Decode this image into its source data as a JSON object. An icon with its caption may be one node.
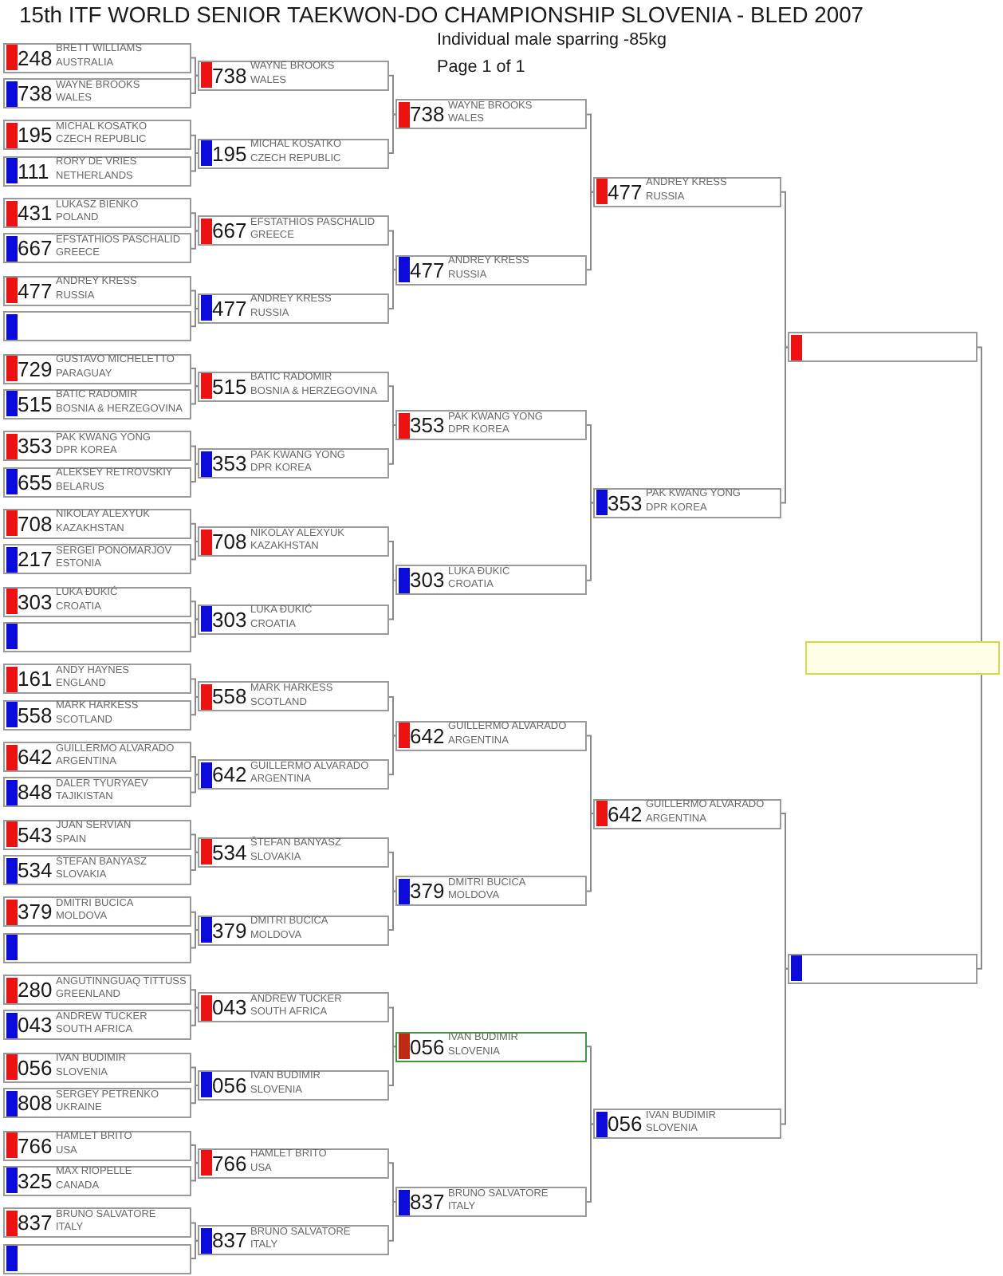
{
  "diagram": {
    "title": "15th ITF WORLD SENIOR TAEKWON-DO CHAMPIONSHIP SLOVENIA - BLED 2007",
    "nodes": [
      {
        "text": [
          "248",
          "BRETT WILLIAMS",
          "AUSTRALIA"
        ]
      },
      {
        "text": [
          "738",
          "WAYNE BROOKS",
          "WALES"
        ]
      },
      {
        "text": [
          "195",
          "MICHAL KOSATKO",
          "CZECH REPUBLIC"
        ]
      },
      {
        "text": [
          "111",
          "RORY DE VRIES",
          "NETHERLANDS"
        ]
      },
      {
        "text": [
          "431",
          "LUKASZ BIENKO",
          "POLAND"
        ]
      },
      {
        "text": [
          "667",
          "EFSTATHIOS PASCHALID",
          "GREECE"
        ]
      },
      {
        "text": [
          "477",
          "ANDREY KRESS",
          "RUSSIA"
        ]
      },
      {
        "text": [],
        "shape": "box"
      },
      {
        "text": [
          "729",
          "GUSTAVO MICHELETTO",
          "PARAGUAY"
        ]
      },
      {
        "text": [
          "515",
          "BATIC RADOMIR",
          "BOSNIA & HERZEGOVINA"
        ]
      },
      {
        "text": [
          "353",
          "PAK KWANG YONG",
          "DPR KOREA"
        ]
      },
      {
        "text": [
          "655",
          "ALEKSEY RETROVSKIY",
          "BELARUS"
        ]
      },
      {
        "text": [
          "708",
          "NIKOLAY ALEXYUK",
          "KAZAKHSTAN"
        ]
      },
      {
        "text": [
          "217",
          "SERGEI PONOMARJOV",
          "ESTONIA"
        ]
      },
      {
        "text": [
          "303",
          "LUKA ĐUKIĆ",
          "CROATIA"
        ]
      },
      {
        "text": [],
        "shape": "box"
      },
      {
        "text": [
          "161",
          "ANDY HAYNES",
          "ENGLAND"
        ]
      },
      {
        "text": [
          "558",
          "MARK HARKESS",
          "SCOTLAND"
        ]
      },
      {
        "text": [
          "642",
          "GUILLERMO ALVARADO",
          "ARGENTINA"
        ]
      },
      {
        "text": [
          "848",
          "DALER TYURYAEV",
          "TAJIKISTAN"
        ]
      },
      {
        "text": [
          "543",
          "JUAN SERVIAN",
          "SPAIN"
        ]
      },
      {
        "text": [
          "534",
          "ŠTEFAN BANYASZ",
          "SLOVAKIA"
        ]
      },
      {
        "text": [
          "379",
          "DMITRI BUCICA",
          "MOLDOVA"
        ]
      },
      {
        "text": [],
        "shape": "box"
      },
      {
        "text": [
          "280",
          "ANGUTINNGUAQ TITTUSS",
          "GREENLAND"
        ]
      },
      {
        "text": [
          "043",
          "ANDREW TUCKER",
          "SOUTH AFRICA"
        ]
      },
      {
        "text": [
          "056",
          "IVAN BUDIMIR",
          "SLOVENIA"
        ]
      },
      {
        "text": [
          "808",
          "SERGEY PETRENKO",
          "UKRAINE"
        ]
      },
      {
        "text": [
          "766",
          "HAMLET BRITO",
          "USA"
        ]
      },
      {
        "text": [
          "325",
          "MAX RIOPELLE",
          "CANADA"
        ]
      },
      {
        "text": [
          "837",
          "BRUNO SALVATORE",
          "ITALY"
        ]
      },
      {
        "text": [],
        "shape": "box"
      },
      {
        "text": [
          "738",
          "WAYNE BROOKS",
          "WALES"
        ]
      },
      {
        "text": [
          "195",
          "MICHAL KOSATKO",
          "CZECH REPUBLIC"
        ]
      },
      {
        "text": [
          "667",
          "EFSTATHIOS PASCHALID",
          "GREECE"
        ]
      },
      {
        "text": [
          "477",
          "ANDREY KRESS",
          "RUSSIA"
        ]
      },
      {
        "text": [
          "515",
          "BATIC RADOMIR",
          "BOSNIA & HERZEGOVINA"
        ]
      },
      {
        "text": [
          "353",
          "PAK KWANG YONG",
          "DPR KOREA"
        ]
      },
      {
        "text": [
          "708",
          "NIKOLAY ALEXYUK",
          "KAZAKHSTAN"
        ]
      },
      {
        "text": [
          "303",
          "LUKA ĐUKIĆ",
          "CROATIA"
        ]
      },
      {
        "text": [
          "558",
          "MARK HARKESS",
          "SCOTLAND"
        ]
      },
      {
        "text": [
          "642",
          "GUILLERMO ALVARADO",
          "ARGENTINA"
        ]
      },
      {
        "text": [
          "534",
          "ŠTEFAN BANYASZ",
          "SLOVAKIA"
        ]
      },
      {
        "text": [
          "379",
          "DMITRI BUCICA",
          "MOLDOVA"
        ]
      },
      {
        "text": [
          "043",
          "ANDREW TUCKER",
          "SOUTH AFRICA"
        ]
      },
      {
        "text": [
          "056",
          "IVAN BUDIMIR",
          "SLOVENIA"
        ]
      },
      {
        "text": [
          "766",
          "HAMLET BRITO",
          "USA"
        ]
      },
      {
        "text": [
          "837",
          "BRUNO SALVATORE",
          "ITALY"
        ]
      },
      {
        "text": [
          "738",
          "WAYNE BROOKS",
          "WALES"
        ]
      },
      {
        "text": [
          "477",
          "ANDREY KRESS",
          "RUSSIA"
        ]
      },
      {
        "text": [
          "353",
          "PAK KWANG YONG",
          "DPR KOREA"
        ]
      },
      {
        "text": [
          "303",
          "LUKA ĐUKIĆ",
          "CROATIA"
        ]
      },
      {
        "text": [
          "642",
          "GUILLERMO ALVARADO",
          "ARGENTINA"
        ]
      },
      {
        "text": [
          "379",
          "DMITRI BUCICA",
          "MOLDOVA"
        ]
      },
      {
        "text": [
          "056",
          "IVAN BUDIMIR",
          "SLOVENIA"
        ]
      },
      {
        "text": [
          "837",
          "BRUNO SALVATORE",
          "ITALY"
        ]
      },
      {
        "text": [
          "477",
          "ANDREY KRESS",
          "RUSSIA"
        ]
      },
      {
        "text": [
          "353",
          "PAK KWANG YONG",
          "DPR KOREA"
        ]
      },
      {
        "text": [
          "642",
          "GUILLERMO ALVARADO",
          "ARGENTINA"
        ]
      },
      {
        "text": [
          "056",
          "IVAN BUDIMIR",
          "SLOVENIA"
        ]
      },
      {
        "text": [],
        "shape": "box"
      },
      {
        "text": [],
        "shape": "box"
      },
      {
        "text": [],
        "shape": "box"
      }
    ],
    "edges": [
      {
        "from": 0,
        "to": 32,
        "arrow": "none"
      },
      {
        "from": 1,
        "to": 32,
        "arrow": "none"
      },
      {
        "from": 2,
        "to": 33,
        "arrow": "none"
      },
      {
        "from": 3,
        "to": 33,
        "arrow": "none"
      },
      {
        "from": 4,
        "to": 34,
        "arrow": "none"
      },
      {
        "from": 5,
        "to": 34,
        "arrow": "none"
      },
      {
        "from": 6,
        "to": 35,
        "arrow": "none"
      },
      {
        "from": 7,
        "to": 35,
        "arrow": "none"
      },
      {
        "from": 8,
        "to": 36,
        "arrow": "none"
      },
      {
        "from": 9,
        "to": 36,
        "arrow": "none"
      },
      {
        "from": 10,
        "to": 37,
        "arrow": "none"
      },
      {
        "from": 11,
        "to": 37,
        "arrow": "none"
      },
      {
        "from": 12,
        "to": 38,
        "arrow": "none"
      },
      {
        "from": 13,
        "to": 38,
        "arrow": "none"
      },
      {
        "from": 14,
        "to": 39,
        "arrow": "none"
      },
      {
        "from": 15,
        "to": 39,
        "arrow": "none"
      },
      {
        "from": 16,
        "to": 40,
        "arrow": "none"
      },
      {
        "from": 17,
        "to": 40,
        "arrow": "none"
      },
      {
        "from": 18,
        "to": 41,
        "arrow": "none"
      },
      {
        "from": 19,
        "to": 41,
        "arrow": "none"
      },
      {
        "from": 20,
        "to": 42,
        "arrow": "none"
      },
      {
        "from": 21,
        "to": 42,
        "arrow": "none"
      },
      {
        "from": 22,
        "to": 43,
        "arrow": "none"
      },
      {
        "from": 23,
        "to": 43,
        "arrow": "none"
      },
      {
        "from": 24,
        "to": 44,
        "arrow": "none"
      },
      {
        "from": 25,
        "to": 44,
        "arrow": "none"
      },
      {
        "from": 26,
        "to": 45,
        "arrow": "none"
      },
      {
        "from": 27,
        "to": 45,
        "arrow": "none"
      },
      {
        "from": 28,
        "to": 46,
        "arrow": "none"
      },
      {
        "from": 29,
        "to": 46,
        "arrow": "none"
      },
      {
        "from": 30,
        "to": 47,
        "arrow": "none"
      },
      {
        "from": 31,
        "to": 47,
        "arrow": "none"
      },
      {
        "from": 32,
        "to": 48,
        "arrow": "none"
      },
      {
        "from": 33,
        "to": 48,
        "arrow": "none"
      },
      {
        "from": 34,
        "to": 49,
        "arrow": "none"
      },
      {
        "from": 35,
        "to": 49,
        "arrow": "none"
      },
      {
        "from": 36,
        "to": 50,
        "arrow": "none"
      },
      {
        "from": 37,
        "to": 50,
        "arrow": "none"
      },
      {
        "from": 38,
        "to": 51,
        "arrow": "none"
      },
      {
        "from": 39,
        "to": 51,
        "arrow": "none"
      },
      {
        "from": 40,
        "to": 52,
        "arrow": "none"
      },
      {
        "from": 41,
        "to": 52,
        "arrow": "none"
      },
      {
        "from": 42,
        "to": 53,
        "arrow": "none"
      },
      {
        "from": 43,
        "to": 53,
        "arrow": "none"
      },
      {
        "from": 44,
        "to": 54,
        "arrow": "none"
      },
      {
        "from": 45,
        "to": 54,
        "arrow": "none"
      },
      {
        "from": 46,
        "to": 55,
        "arrow": "none"
      },
      {
        "from": 47,
        "to": 55,
        "arrow": "none"
      },
      {
        "from": 48,
        "to": 56,
        "arrow": "none"
      },
      {
        "from": 49,
        "to": 56,
        "arrow": "none"
      },
      {
        "from": 50,
        "to": 57,
        "arrow": "none"
      },
      {
        "from": 51,
        "to": 57,
        "arrow": "none"
      },
      {
        "from": 52,
        "to": 58,
        "arrow": "none"
      },
      {
        "from": 53,
        "to": 58,
        "arrow": "none"
      },
      {
        "from": 54,
        "to": 59,
        "arrow": "none"
      },
      {
        "from": 55,
        "to": 59,
        "arrow": "none"
      },
      {
        "from": 56,
        "to": 60,
        "arrow": "none"
      },
      {
        "from": 57,
        "to": 60,
        "arrow": "none"
      },
      {
        "from": 58,
        "to": 61,
        "arrow": "none"
      },
      {
        "from": 59,
        "to": 61,
        "arrow": "none"
      },
      {
        "from": 60,
        "to": 62,
        "arrow": "none"
      },
      {
        "from": 61,
        "to": 62,
        "arrow": "none"
      }
    ],
    "labels": [
      "Individual male sparring -85kg",
      "Page 1 of 1"
    ]
  }
}
